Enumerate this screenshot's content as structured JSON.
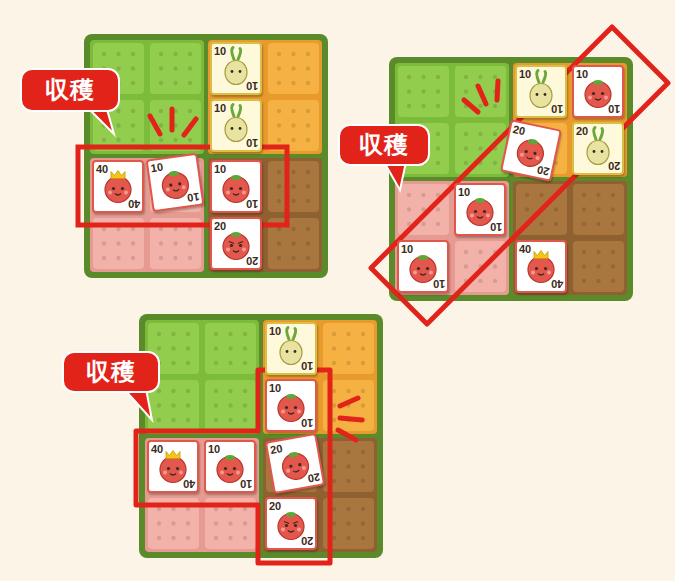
{
  "diagram": {
    "nodes": [
      {
        "text": [
          "収穫"
        ]
      },
      {
        "text": [
          "10",
          "10"
        ]
      },
      {
        "text": [
          "10",
          "10"
        ]
      },
      {
        "text": [
          "40",
          "40"
        ]
      },
      {
        "text": [
          "10",
          "10"
        ]
      },
      {
        "text": [
          "10",
          "10"
        ]
      },
      {
        "text": [
          "20",
          "20"
        ]
      },
      {
        "text": [
          "収穫"
        ]
      },
      {
        "text": [
          "10",
          "10"
        ]
      },
      {
        "text": [
          "10",
          "10"
        ]
      },
      {
        "text": [
          "20",
          "20"
        ]
      },
      {
        "text": [
          "20",
          "20"
        ]
      },
      {
        "text": [
          "10",
          "10"
        ]
      },
      {
        "text": [
          "10",
          "10"
        ]
      },
      {
        "text": [
          "40",
          "40"
        ]
      },
      {
        "text": [
          "収穫"
        ]
      },
      {
        "text": [
          "10",
          "10"
        ]
      },
      {
        "text": [
          "10",
          "10"
        ]
      },
      {
        "text": [
          "40",
          "40"
        ]
      },
      {
        "text": [
          "10",
          "10"
        ]
      },
      {
        "text": [
          "20",
          "20"
        ]
      },
      {
        "text": [
          "20",
          "20"
        ]
      }
    ]
  }
}
